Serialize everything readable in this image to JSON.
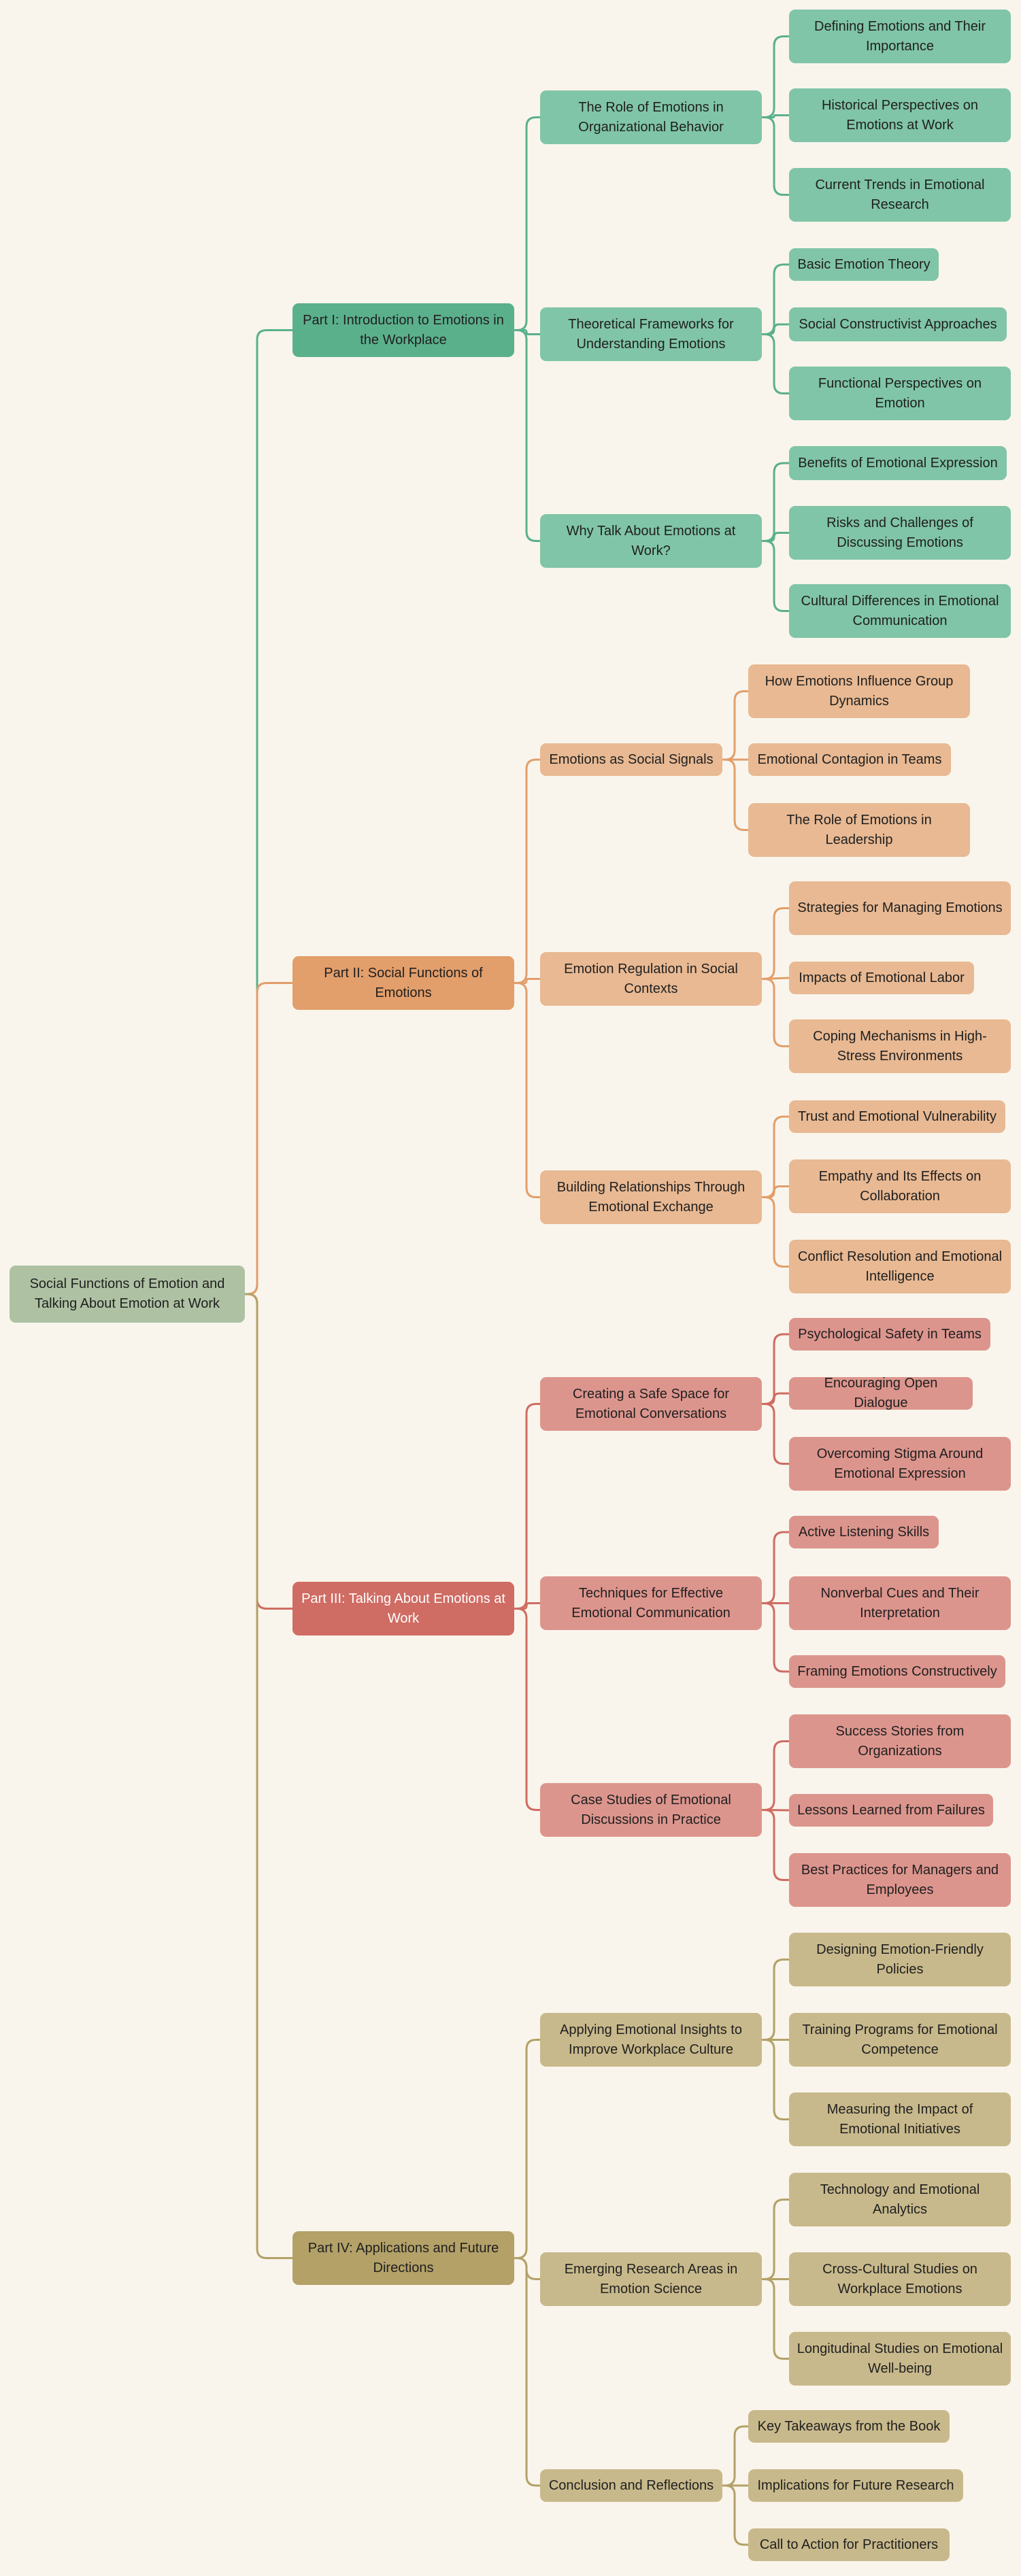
{
  "colors": {
    "background": "#f9f5ec",
    "root": "#aec2a3",
    "part1_main": "#5bb08c",
    "part1_sub": "#80c5a7",
    "part1_edge": "#5bb08c",
    "part2_main": "#e29e6b",
    "part2_sub": "#e8b993",
    "part2_edge": "#e29e6b",
    "part3_main": "#cf6c63",
    "part3_sub": "#dc958d",
    "part3_edge": "#cf6c63",
    "part4_main": "#b3a168",
    "part4_sub": "#c8b98c",
    "part4_edge": "#b3a168"
  },
  "mindmap": {
    "root": "Social Functions of Emotion and Talking About Emotion at Work",
    "parts": [
      {
        "title": "Part I: Introduction to Emotions in the Workplace",
        "chapters": [
          {
            "title": "The Role of Emotions in Organizational Behavior",
            "topics": [
              "Defining Emotions and Their Importance",
              "Historical Perspectives on Emotions at Work",
              "Current Trends in Emotional Research"
            ]
          },
          {
            "title": "Theoretical Frameworks for Understanding Emotions",
            "topics": [
              "Basic Emotion Theory",
              "Social Constructivist Approaches",
              "Functional Perspectives on Emotion"
            ]
          },
          {
            "title": "Why Talk About Emotions at Work?",
            "topics": [
              "Benefits of Emotional Expression",
              "Risks and Challenges of Discussing Emotions",
              "Cultural Differences in Emotional Communication"
            ]
          }
        ]
      },
      {
        "title": "Part II: Social Functions of Emotions",
        "chapters": [
          {
            "title": "Emotions as Social Signals",
            "topics": [
              "How Emotions Influence Group Dynamics",
              "Emotional Contagion in Teams",
              "The Role of Emotions in Leadership"
            ]
          },
          {
            "title": "Emotion Regulation in Social Contexts",
            "topics": [
              "Strategies for Managing Emotions",
              "Impacts of Emotional Labor",
              "Coping Mechanisms in High-Stress Environments"
            ]
          },
          {
            "title": "Building Relationships Through Emotional Exchange",
            "topics": [
              "Trust and Emotional Vulnerability",
              "Empathy and Its Effects on Collaboration",
              "Conflict Resolution and Emotional Intelligence"
            ]
          }
        ]
      },
      {
        "title": "Part III: Talking About Emotions at Work",
        "chapters": [
          {
            "title": "Creating a Safe Space for Emotional Conversations",
            "topics": [
              "Psychological Safety in Teams",
              "Encouraging Open Dialogue",
              "Overcoming Stigma Around Emotional Expression"
            ]
          },
          {
            "title": "Techniques for Effective Emotional Communication",
            "topics": [
              "Active Listening Skills",
              "Nonverbal Cues and Their Interpretation",
              "Framing Emotions Constructively"
            ]
          },
          {
            "title": "Case Studies of Emotional Discussions in Practice",
            "topics": [
              "Success Stories from Organizations",
              "Lessons Learned from Failures",
              "Best Practices for Managers and Employees"
            ]
          }
        ]
      },
      {
        "title": "Part IV: Applications and Future Directions",
        "chapters": [
          {
            "title": "Applying Emotional Insights to Improve Workplace Culture",
            "topics": [
              "Designing Emotion-Friendly Policies",
              "Training Programs for Emotional Competence",
              "Measuring the Impact of Emotional Initiatives"
            ]
          },
          {
            "title": "Emerging Research Areas in Emotion Science",
            "topics": [
              "Technology and Emotional Analytics",
              "Cross-Cultural Studies on Workplace Emotions",
              "Longitudinal Studies on Emotional Well-being"
            ]
          },
          {
            "title": "Conclusion and Reflections",
            "topics": [
              "Key Takeaways from the Book",
              "Implications for Future Research",
              "Call to Action for Practitioners"
            ]
          }
        ]
      }
    ]
  }
}
